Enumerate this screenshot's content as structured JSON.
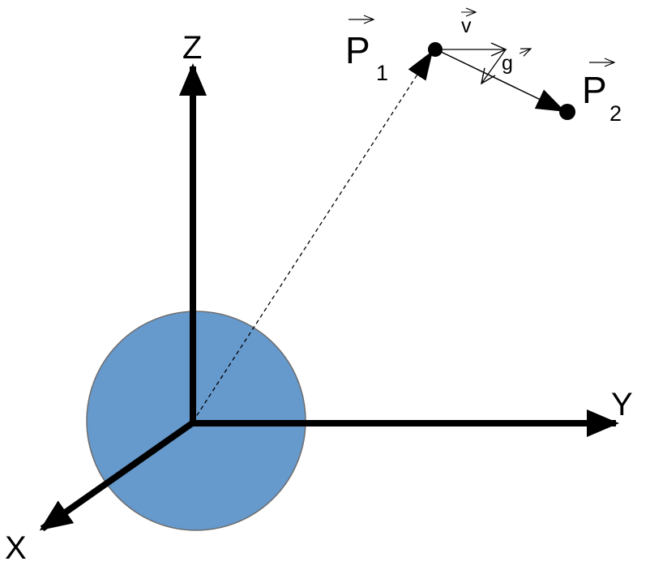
{
  "diagram": {
    "axes": {
      "x_label": "X",
      "y_label": "Y",
      "z_label": "Z"
    },
    "points": {
      "p1": {
        "letter": "P",
        "subscript": "1"
      },
      "p2": {
        "letter": "P",
        "subscript": "2"
      }
    },
    "vectors": {
      "velocity_label": "v",
      "gravity_label": "g"
    },
    "colors": {
      "sphere_fill": "#6699cc",
      "sphere_stroke": "#6e6e6e",
      "ink": "#000000",
      "background": "#ffffff"
    }
  }
}
